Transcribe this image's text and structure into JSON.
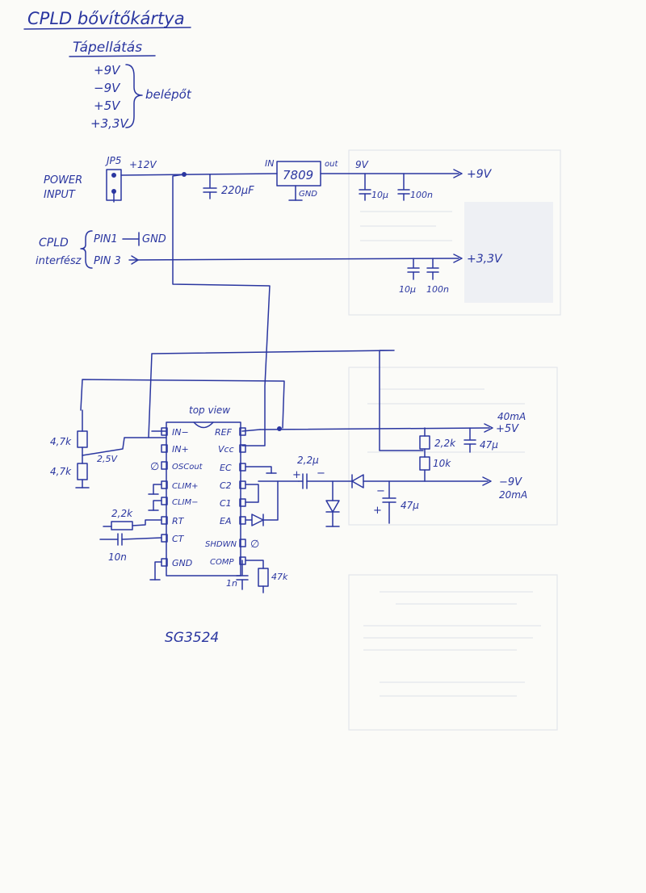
{
  "title": "CPLD bővítőkártya",
  "supply": {
    "heading": "Tápellátás",
    "voltages": [
      "+9V",
      "−9V",
      "+5V",
      "+3,3V"
    ],
    "note": "belépőt"
  },
  "power_section": {
    "jumper": "JP5",
    "input_voltage": "+12V",
    "input_label_1": "POWER",
    "input_label_2": "INPUT",
    "cap_main": "220μF",
    "regulator": "7809",
    "reg_in": "IN",
    "reg_out": "out",
    "reg_gnd": "GND",
    "reg_out_voltage": "9V",
    "cap_1": "10μ",
    "cap_2": "100n",
    "output": "+9V"
  },
  "cpld_section": {
    "label_1": "CPLD",
    "label_2": "interfész",
    "pin1": "PIN1",
    "pin1_net": "GND",
    "pin3": "PIN 3",
    "cap_1": "10μ",
    "cap_2": "100n",
    "output": "+3,3V"
  },
  "ic": {
    "view": "top view",
    "name": "SG3524",
    "left_pins": [
      "IN−",
      "IN+",
      "OSCout",
      "CLIM+",
      "CLIM−",
      "RT",
      "CT",
      "GND"
    ],
    "right_pins": [
      "REF",
      "Vcc",
      "EC",
      "C2",
      "C1",
      "EA",
      "SHDWN",
      "COMP"
    ],
    "divider_r1": "4,7k",
    "divider_r2": "4,7k",
    "divider_voltage": "2,5V",
    "oscout_mark": "∅",
    "rt_value": "2,2k",
    "ct_value": "10n",
    "shdwn_mark": "∅",
    "comp_cap": "1n",
    "comp_res": "47k"
  },
  "outputs": {
    "plus5": "+5V",
    "plus5_current": "40mA",
    "r_top": "2,2k",
    "r_bottom": "10k",
    "cap_5v": "47μ",
    "pump_cap": "2,2μ",
    "pump_plus": "+",
    "pump_minus": "−",
    "minus9": "−9V",
    "minus9_current": "20mA",
    "cap_neg": "47μ",
    "cap_neg_minus": "−",
    "cap_neg_plus": "+"
  }
}
